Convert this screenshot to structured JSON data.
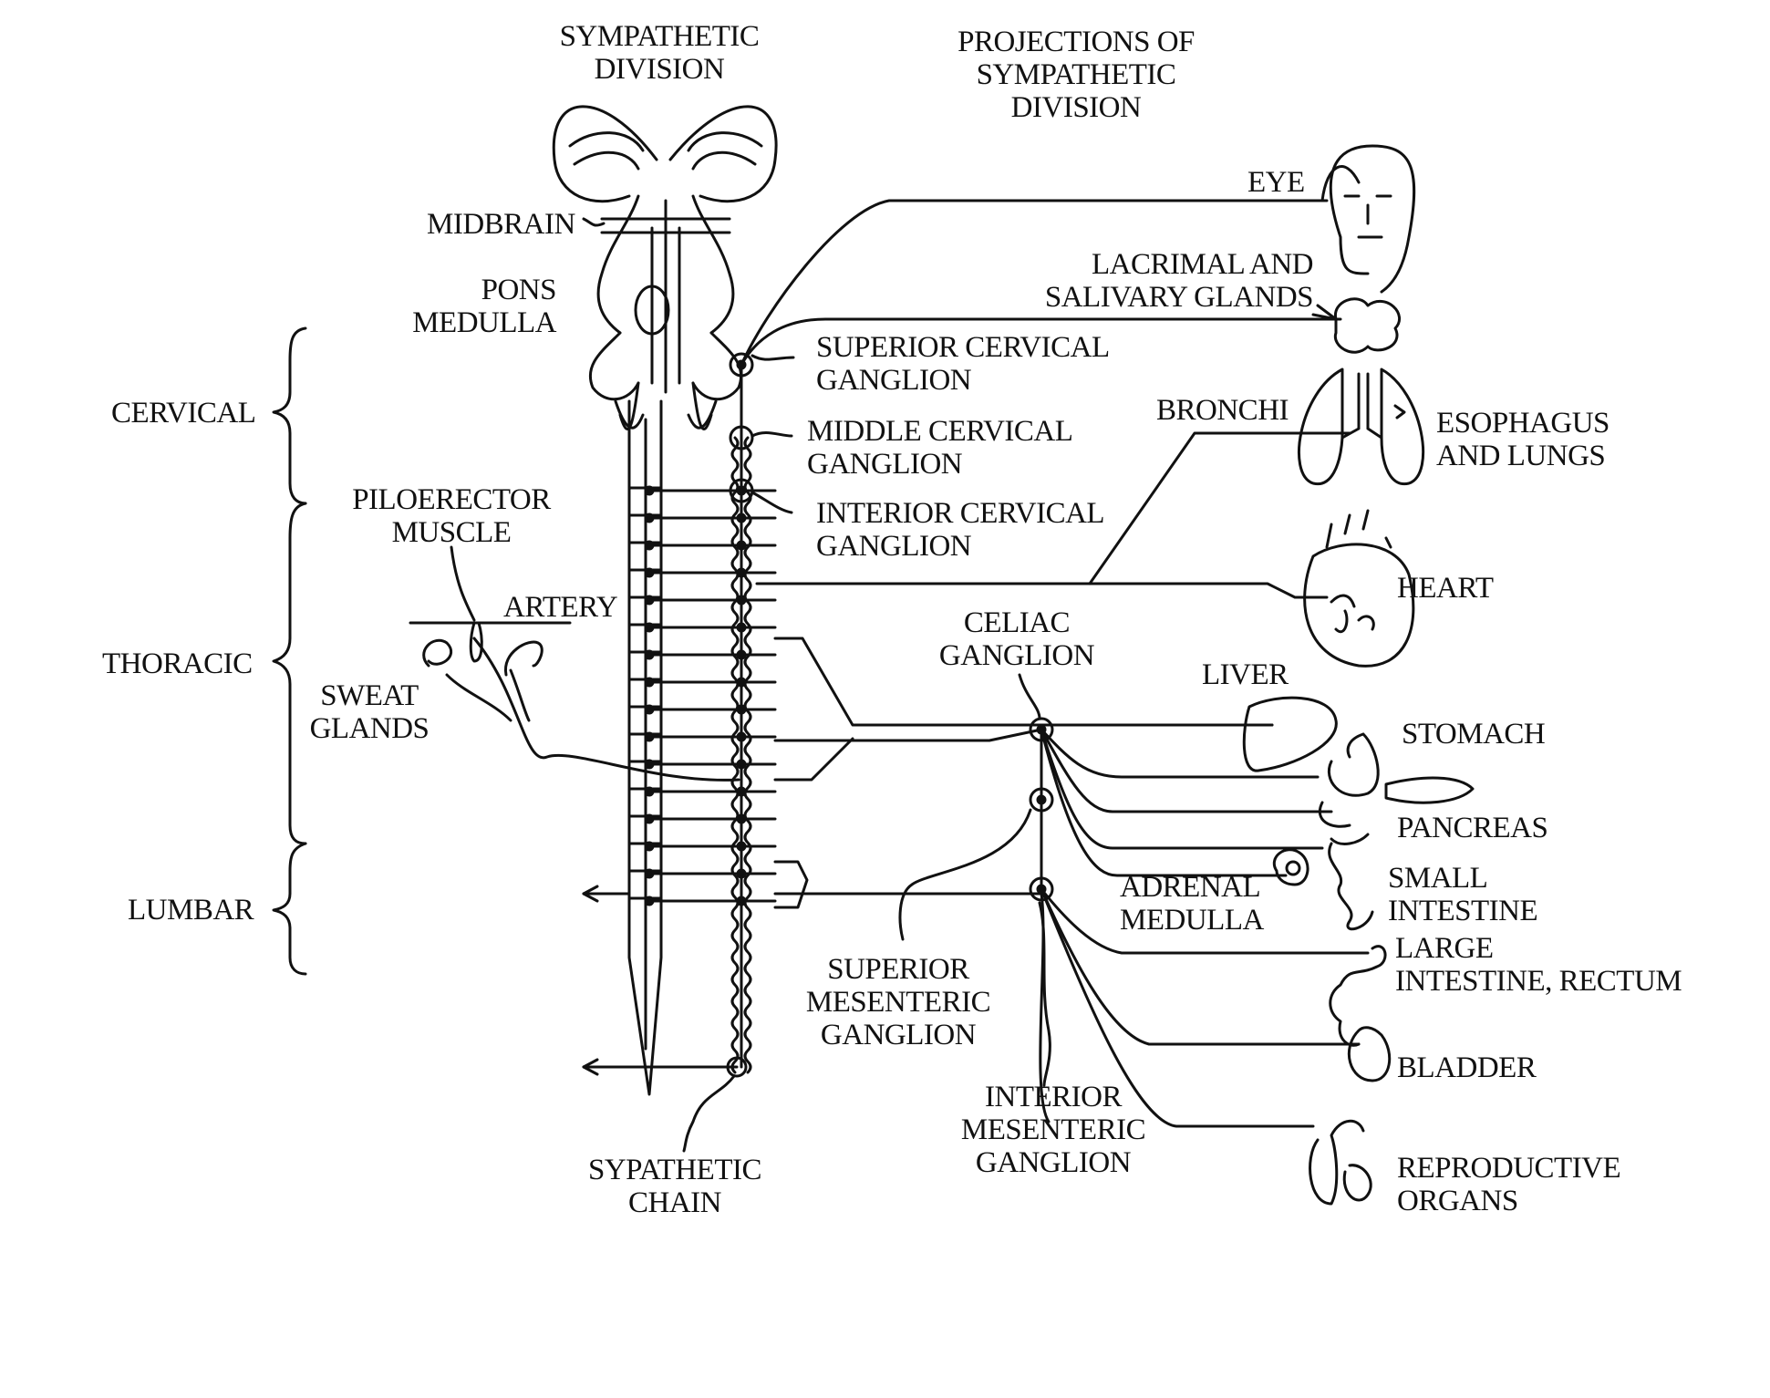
{
  "titles": {
    "sympathetic_division": "SYMPATHETIC\nDIVISION",
    "projections": "PROJECTIONS OF\nSYMPATHETIC\nDIVISION"
  },
  "brain_labels": {
    "midbrain": "MIDBRAIN",
    "pons_medulla": "PONS\nMEDULLA"
  },
  "spinal_regions": {
    "cervical": "CERVICAL",
    "thoracic": "THORACIC",
    "lumbar": "LUMBAR"
  },
  "skin_labels": {
    "piloerector": "PILOERECTOR\nMUSCLE",
    "artery": "ARTERY",
    "sweat_glands": "SWEAT\nGLANDS"
  },
  "ganglia": {
    "superior_cervical": "SUPERIOR CERVICAL\nGANGLION",
    "middle_cervical": "MIDDLE CERVICAL\nGANGLION",
    "interior_cervical": "INTERIOR CERVICAL\nGANGLION",
    "celiac": "CELIAC\nGANGLION",
    "superior_mesenteric": "SUPERIOR\nMESENTERIC\nGANGLION",
    "interior_mesenteric": "INTERIOR\nMESENTERIC\nGANGLION",
    "chain": "SYPATHETIC\nCHAIN"
  },
  "organs": {
    "eye": "EYE",
    "lacrimal": "LACRIMAL AND\nSALIVARY GLANDS",
    "bronchi": "BRONCHI",
    "esophagus_lungs": "ESOPHAGUS\nAND LUNGS",
    "heart": "HEART",
    "liver": "LIVER",
    "stomach": "STOMACH",
    "pancreas": "PANCREAS",
    "adrenal": "ADRENAL\nMEDULLA",
    "small_intestine": "SMALL\nINTESTINE",
    "large_intestine": "LARGE\nINTESTINE, RECTUM",
    "bladder": "BLADDER",
    "reproductive": "REPRODUCTIVE\nORGANS"
  }
}
